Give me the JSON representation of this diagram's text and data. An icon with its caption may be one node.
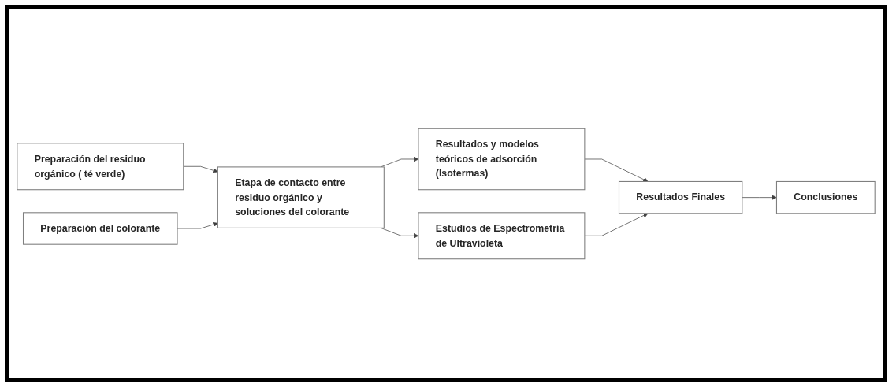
{
  "diagram": {
    "nodes": [
      {
        "text": [
          "Preparación del residuo orgánico ( té verde)"
        ]
      },
      {
        "text": [
          "Preparación del colorante"
        ]
      },
      {
        "text": [
          "Etapa de contacto entre residuo orgánico y soluciones del colorante"
        ]
      },
      {
        "text": [
          "Resultados y modelos teóricos de adsorción (Isotermas)"
        ]
      },
      {
        "text": [
          "Estudios de Espectrometría de Ultravioleta"
        ]
      },
      {
        "text": [
          "Resultados Finales"
        ]
      },
      {
        "text": [
          "Conclusiones"
        ]
      }
    ],
    "edges": [
      {
        "from": 0,
        "to": 2,
        "arrow": "to"
      },
      {
        "from": 1,
        "to": 2,
        "arrow": "to"
      },
      {
        "from": 2,
        "to": 3,
        "arrow": "to"
      },
      {
        "from": 2,
        "to": 4,
        "arrow": "to"
      },
      {
        "from": 3,
        "to": 5,
        "arrow": "to"
      },
      {
        "from": 4,
        "to": 5,
        "arrow": "to"
      },
      {
        "from": 5,
        "to": 6,
        "arrow": "to"
      }
    ]
  }
}
